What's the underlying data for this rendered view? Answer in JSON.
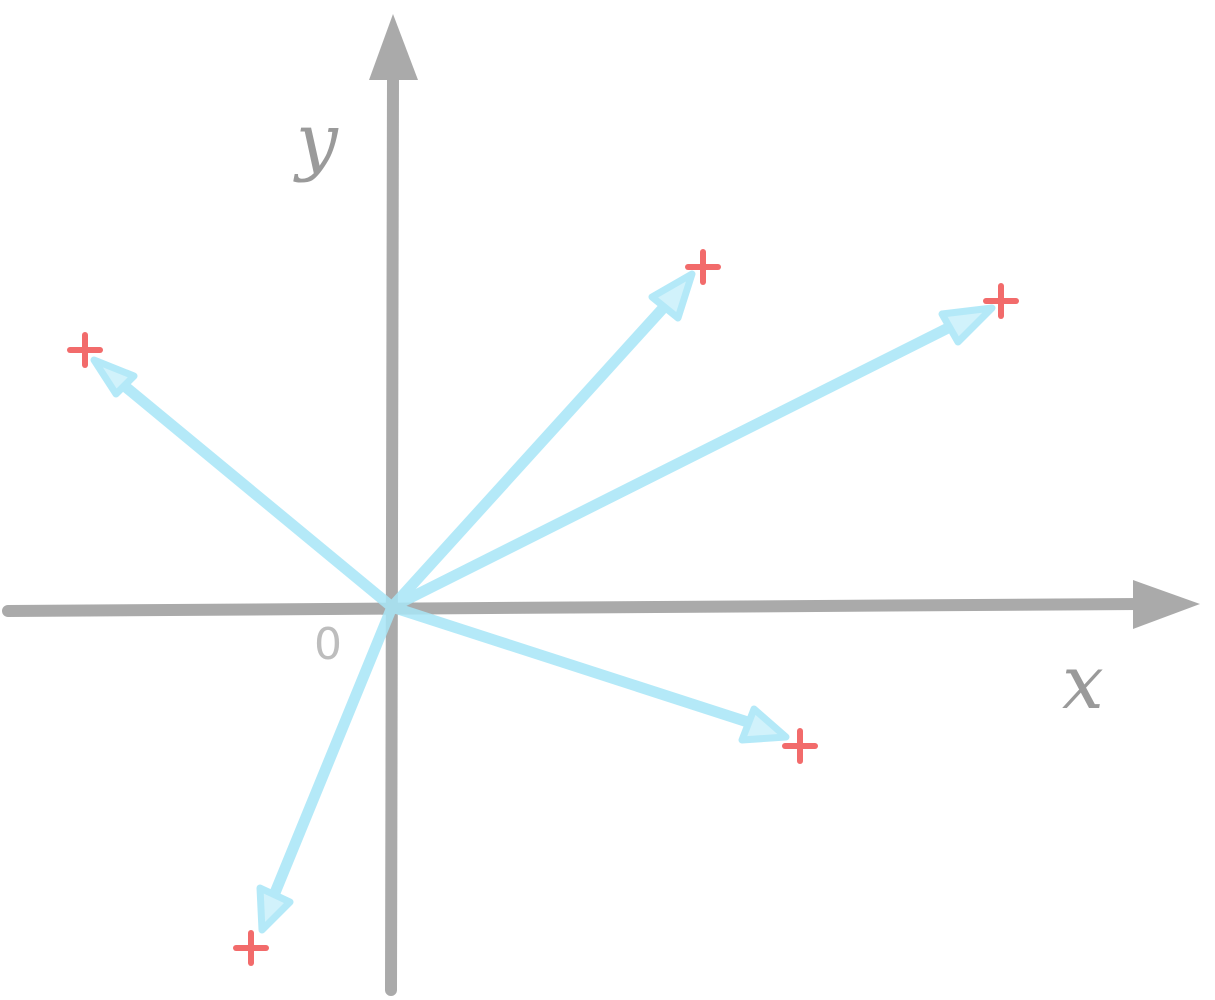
{
  "diagram": {
    "x_axis_label": "x",
    "y_axis_label": "y",
    "origin_label": "0",
    "colors": {
      "axis": "#aaaaaa",
      "vector": "#a8e6f7",
      "point": "#f26b6b",
      "background": "#ffffff"
    },
    "vectors": [
      {
        "name": "vector-upper-left"
      },
      {
        "name": "vector-upper-right-steep"
      },
      {
        "name": "vector-upper-right-shallow"
      },
      {
        "name": "vector-lower-right"
      },
      {
        "name": "vector-lower-left"
      }
    ]
  }
}
